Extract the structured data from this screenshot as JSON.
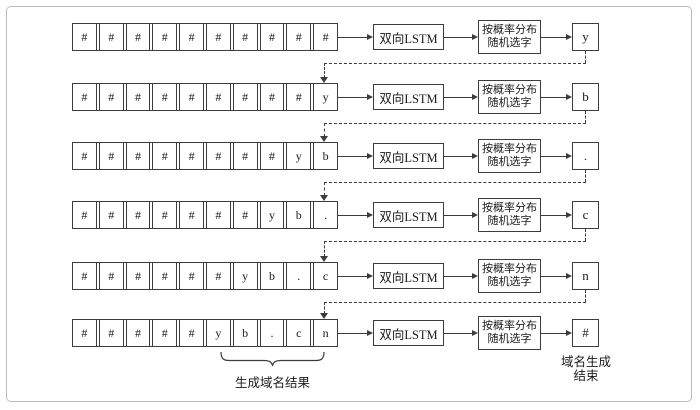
{
  "diagram": {
    "lstm_label": "双向LSTM",
    "selector_label_line1": "按概率分布",
    "selector_label_line2": "随机选字",
    "rows": [
      {
        "cells": [
          "#",
          "#",
          "#",
          "#",
          "#",
          "#",
          "#",
          "#",
          "#",
          "#"
        ],
        "output": "y"
      },
      {
        "cells": [
          "#",
          "#",
          "#",
          "#",
          "#",
          "#",
          "#",
          "#",
          "#",
          "y"
        ],
        "output": "b"
      },
      {
        "cells": [
          "#",
          "#",
          "#",
          "#",
          "#",
          "#",
          "#",
          "#",
          "y",
          "b"
        ],
        "output": "."
      },
      {
        "cells": [
          "#",
          "#",
          "#",
          "#",
          "#",
          "#",
          "#",
          "y",
          "b",
          "."
        ],
        "output": "c"
      },
      {
        "cells": [
          "#",
          "#",
          "#",
          "#",
          "#",
          "#",
          "y",
          "b",
          ".",
          "c"
        ],
        "output": "n"
      },
      {
        "cells": [
          "#",
          "#",
          "#",
          "#",
          "#",
          "y",
          "b",
          ".",
          "c",
          "n"
        ],
        "output": "#"
      }
    ],
    "brace_label": "生成域名结果",
    "end_label_line1": "域名生成",
    "end_label_line2": "结束",
    "colors": {
      "line": "#3c3c3c",
      "frame": "#bdbdbd",
      "background": "#ffffff",
      "text": "#1a1a1a"
    }
  }
}
